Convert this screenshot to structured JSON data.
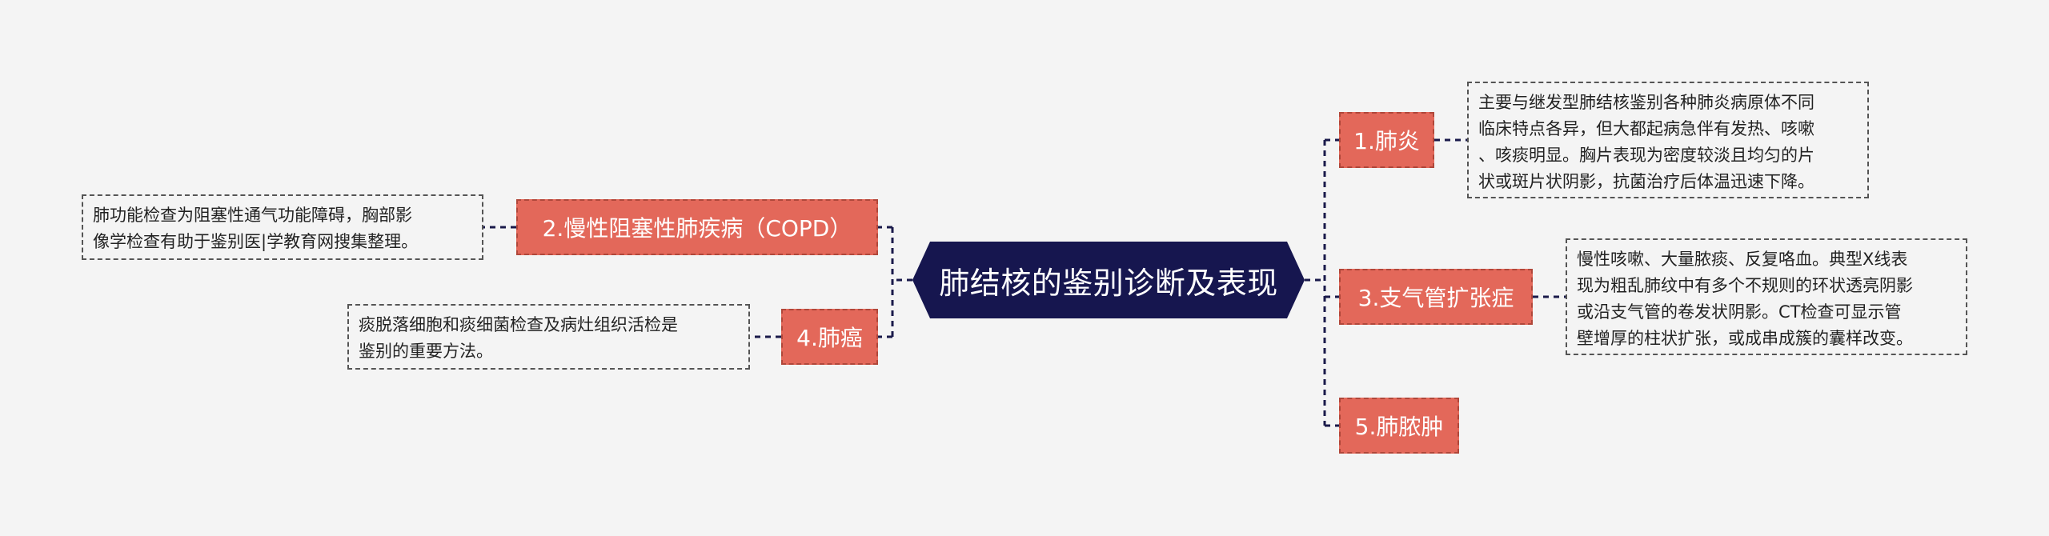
{
  "root": {
    "title": "肺结核的鉴别诊断及表现"
  },
  "branches": [
    {
      "label": "1.肺炎",
      "note": [
        "主要与继发型肺结核鉴别各种肺炎病原体不同",
        "临床特点各异，但大都起病急伴有发热、咳嗽",
        "、咳痰明显。胸片表现为密度较淡且均匀的片",
        "状或斑片状阴影，抗菌治疗后体温迅速下降。"
      ]
    },
    {
      "label": "2.慢性阻塞性肺疾病（COPD）",
      "note": [
        " 肺功能检查为阻塞性通气功能障碍，胸部影",
        "像学检查有助于鉴别医|学教育网搜集整理。"
      ]
    },
    {
      "label": "3.支气管扩张症",
      "note": [
        " 慢性咳嗽、大量脓痰、反复咯血。典型X线表",
        "现为粗乱肺纹中有多个不规则的环状透亮阴影",
        "或沿支气管的卷发状阴影。CT检查可显示管",
        "壁增厚的柱状扩张，或成串成簇的囊样改变。"
      ]
    },
    {
      "label": "4.肺癌",
      "note": [
        " 痰脱落细胞和痰细菌检查及病灶组织活检是",
        "鉴别的重要方法。"
      ]
    },
    {
      "label": "5.肺脓肿"
    }
  ],
  "colors": {
    "root_fill": "#16164f",
    "branch_fill": "#e3685a",
    "connector": "#1a1a4a",
    "background": "#f4f4f4"
  }
}
